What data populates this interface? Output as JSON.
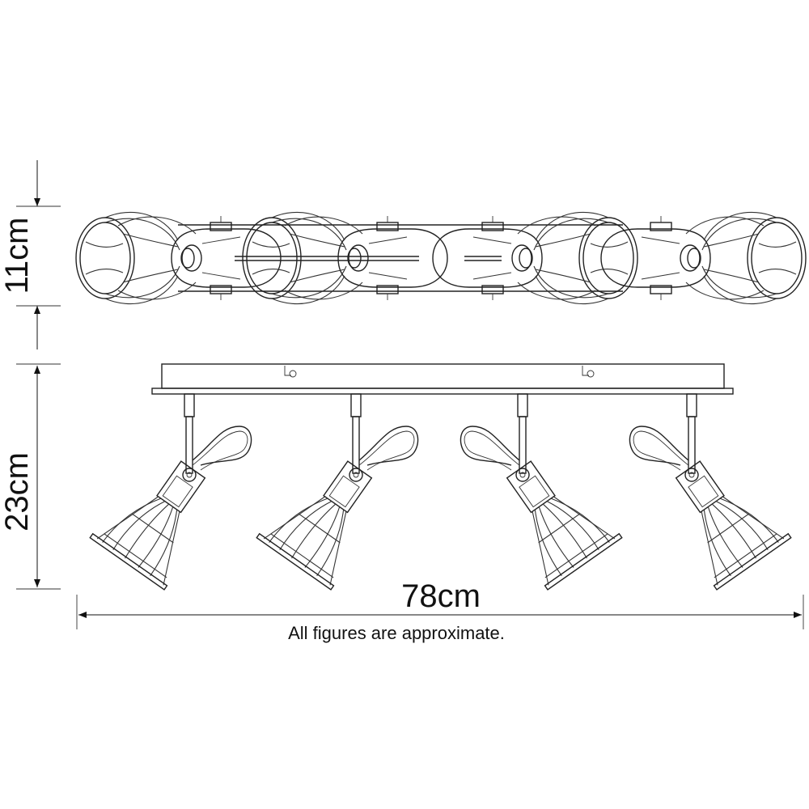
{
  "dimensions": {
    "depth_label": "11cm",
    "height_label": "23cm",
    "width_label": "78cm"
  },
  "note": "All figures are approximate.",
  "colors": {
    "line": "#222222",
    "background": "#ffffff"
  }
}
